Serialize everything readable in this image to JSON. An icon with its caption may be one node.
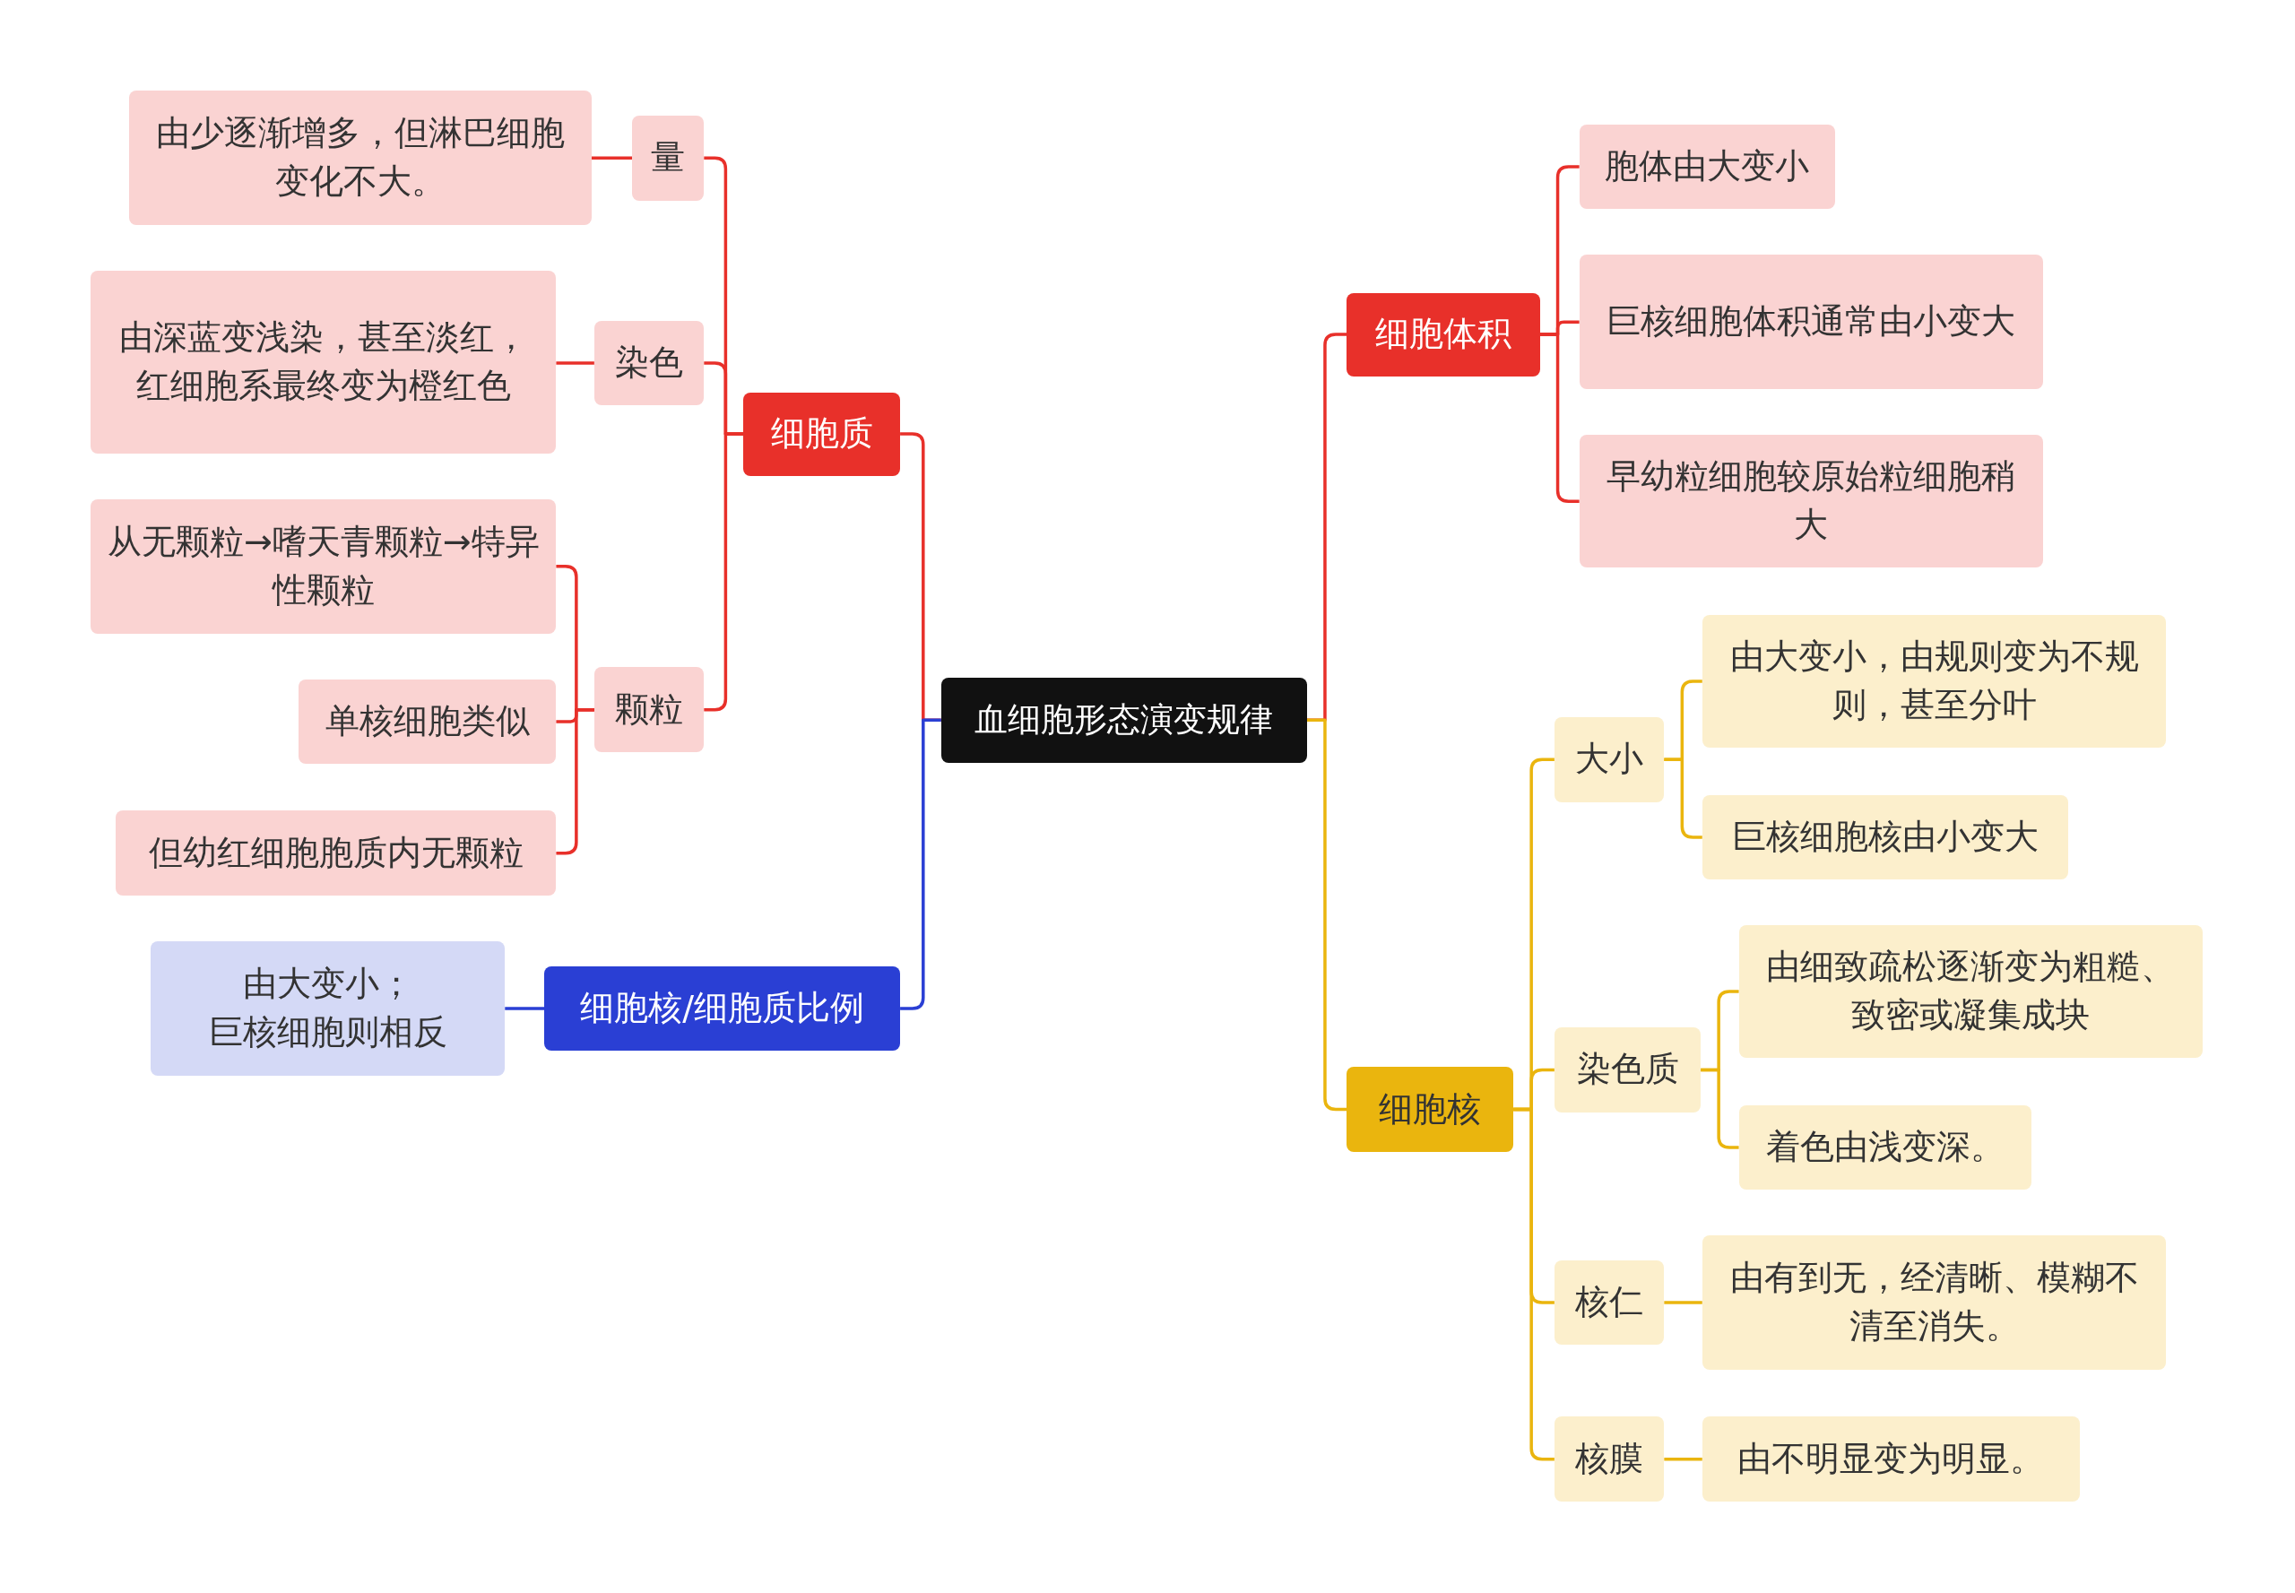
{
  "diagram": {
    "nodes": [
      {
        "text": [
          "血细胞形态演变规律"
        ]
      },
      {
        "text": [
          "细胞质"
        ]
      },
      {
        "text": [
          "量"
        ]
      },
      {
        "text": [
          "由少逐渐增多，但淋巴细胞变化不大。"
        ]
      },
      {
        "text": [
          "染色"
        ]
      },
      {
        "text": [
          "由深蓝变浅染，甚至淡红，红细胞系最终变为橙红色"
        ]
      },
      {
        "text": [
          "颗粒"
        ]
      },
      {
        "text": [
          "从无颗粒→嗜天青颗粒→特异性颗粒"
        ]
      },
      {
        "text": [
          "单核细胞类似"
        ]
      },
      {
        "text": [
          "但幼红细胞胞质内无颗粒"
        ]
      },
      {
        "text": [
          "细胞核/细胞质比例"
        ]
      },
      {
        "text": [
          "由大变小；",
          "巨核细胞则相反"
        ]
      },
      {
        "text": [
          "细胞体积"
        ]
      },
      {
        "text": [
          "胞体由大变小"
        ]
      },
      {
        "text": [
          "巨核细胞体积通常由小变大"
        ]
      },
      {
        "text": [
          "早幼粒细胞较原始粒细胞稍大"
        ]
      },
      {
        "text": [
          "细胞核"
        ]
      },
      {
        "text": [
          "大小"
        ]
      },
      {
        "text": [
          "由大变小，由规则变为不规则，甚至分叶"
        ]
      },
      {
        "text": [
          "巨核细胞核由小变大"
        ]
      },
      {
        "text": [
          "染色质"
        ]
      },
      {
        "text": [
          "由细致疏松逐渐变为粗糙、致密或凝集成块"
        ]
      },
      {
        "text": [
          "着色由浅变深。"
        ]
      },
      {
        "text": [
          "核仁"
        ]
      },
      {
        "text": [
          "由有到无，经清晰、模糊不清至消失。"
        ]
      },
      {
        "text": [
          "核膜"
        ]
      },
      {
        "text": [
          "由不明显变为明显。"
        ]
      }
    ],
    "edges": [
      {
        "from": 0,
        "to": 1,
        "arrow": "none"
      },
      {
        "from": 1,
        "to": 2,
        "arrow": "none"
      },
      {
        "from": 2,
        "to": 3,
        "arrow": "none"
      },
      {
        "from": 1,
        "to": 4,
        "arrow": "none"
      },
      {
        "from": 4,
        "to": 5,
        "arrow": "none"
      },
      {
        "from": 1,
        "to": 6,
        "arrow": "none"
      },
      {
        "from": 6,
        "to": 7,
        "arrow": "none"
      },
      {
        "from": 6,
        "to": 8,
        "arrow": "none"
      },
      {
        "from": 6,
        "to": 9,
        "arrow": "none"
      },
      {
        "from": 0,
        "to": 10,
        "arrow": "none",
        "color": "#2a3fd4"
      },
      {
        "from": 10,
        "to": 11,
        "arrow": "none",
        "color": "#2a3fd4"
      },
      {
        "from": 0,
        "to": 12,
        "arrow": "none"
      },
      {
        "from": 12,
        "to": 13,
        "arrow": "none"
      },
      {
        "from": 12,
        "to": 14,
        "arrow": "none"
      },
      {
        "from": 12,
        "to": 15,
        "arrow": "none"
      },
      {
        "from": 0,
        "to": 16,
        "arrow": "none",
        "color": "#eab50e"
      },
      {
        "from": 16,
        "to": 17,
        "arrow": "none",
        "color": "#eab50e"
      },
      {
        "from": 17,
        "to": 18,
        "arrow": "none",
        "color": "#eab50e"
      },
      {
        "from": 17,
        "to": 19,
        "arrow": "none",
        "color": "#eab50e"
      },
      {
        "from": 16,
        "to": 20,
        "arrow": "none",
        "color": "#eab50e"
      },
      {
        "from": 20,
        "to": 21,
        "arrow": "none",
        "color": "#eab50e"
      },
      {
        "from": 20,
        "to": 22,
        "arrow": "none",
        "color": "#eab50e"
      },
      {
        "from": 16,
        "to": 23,
        "arrow": "none",
        "color": "#eab50e"
      },
      {
        "from": 23,
        "to": 24,
        "arrow": "none",
        "color": "#eab50e"
      },
      {
        "from": 16,
        "to": 25,
        "arrow": "none",
        "color": "#eab50e"
      },
      {
        "from": 25,
        "to": 26,
        "arrow": "none",
        "color": "#eab50e"
      }
    ]
  }
}
